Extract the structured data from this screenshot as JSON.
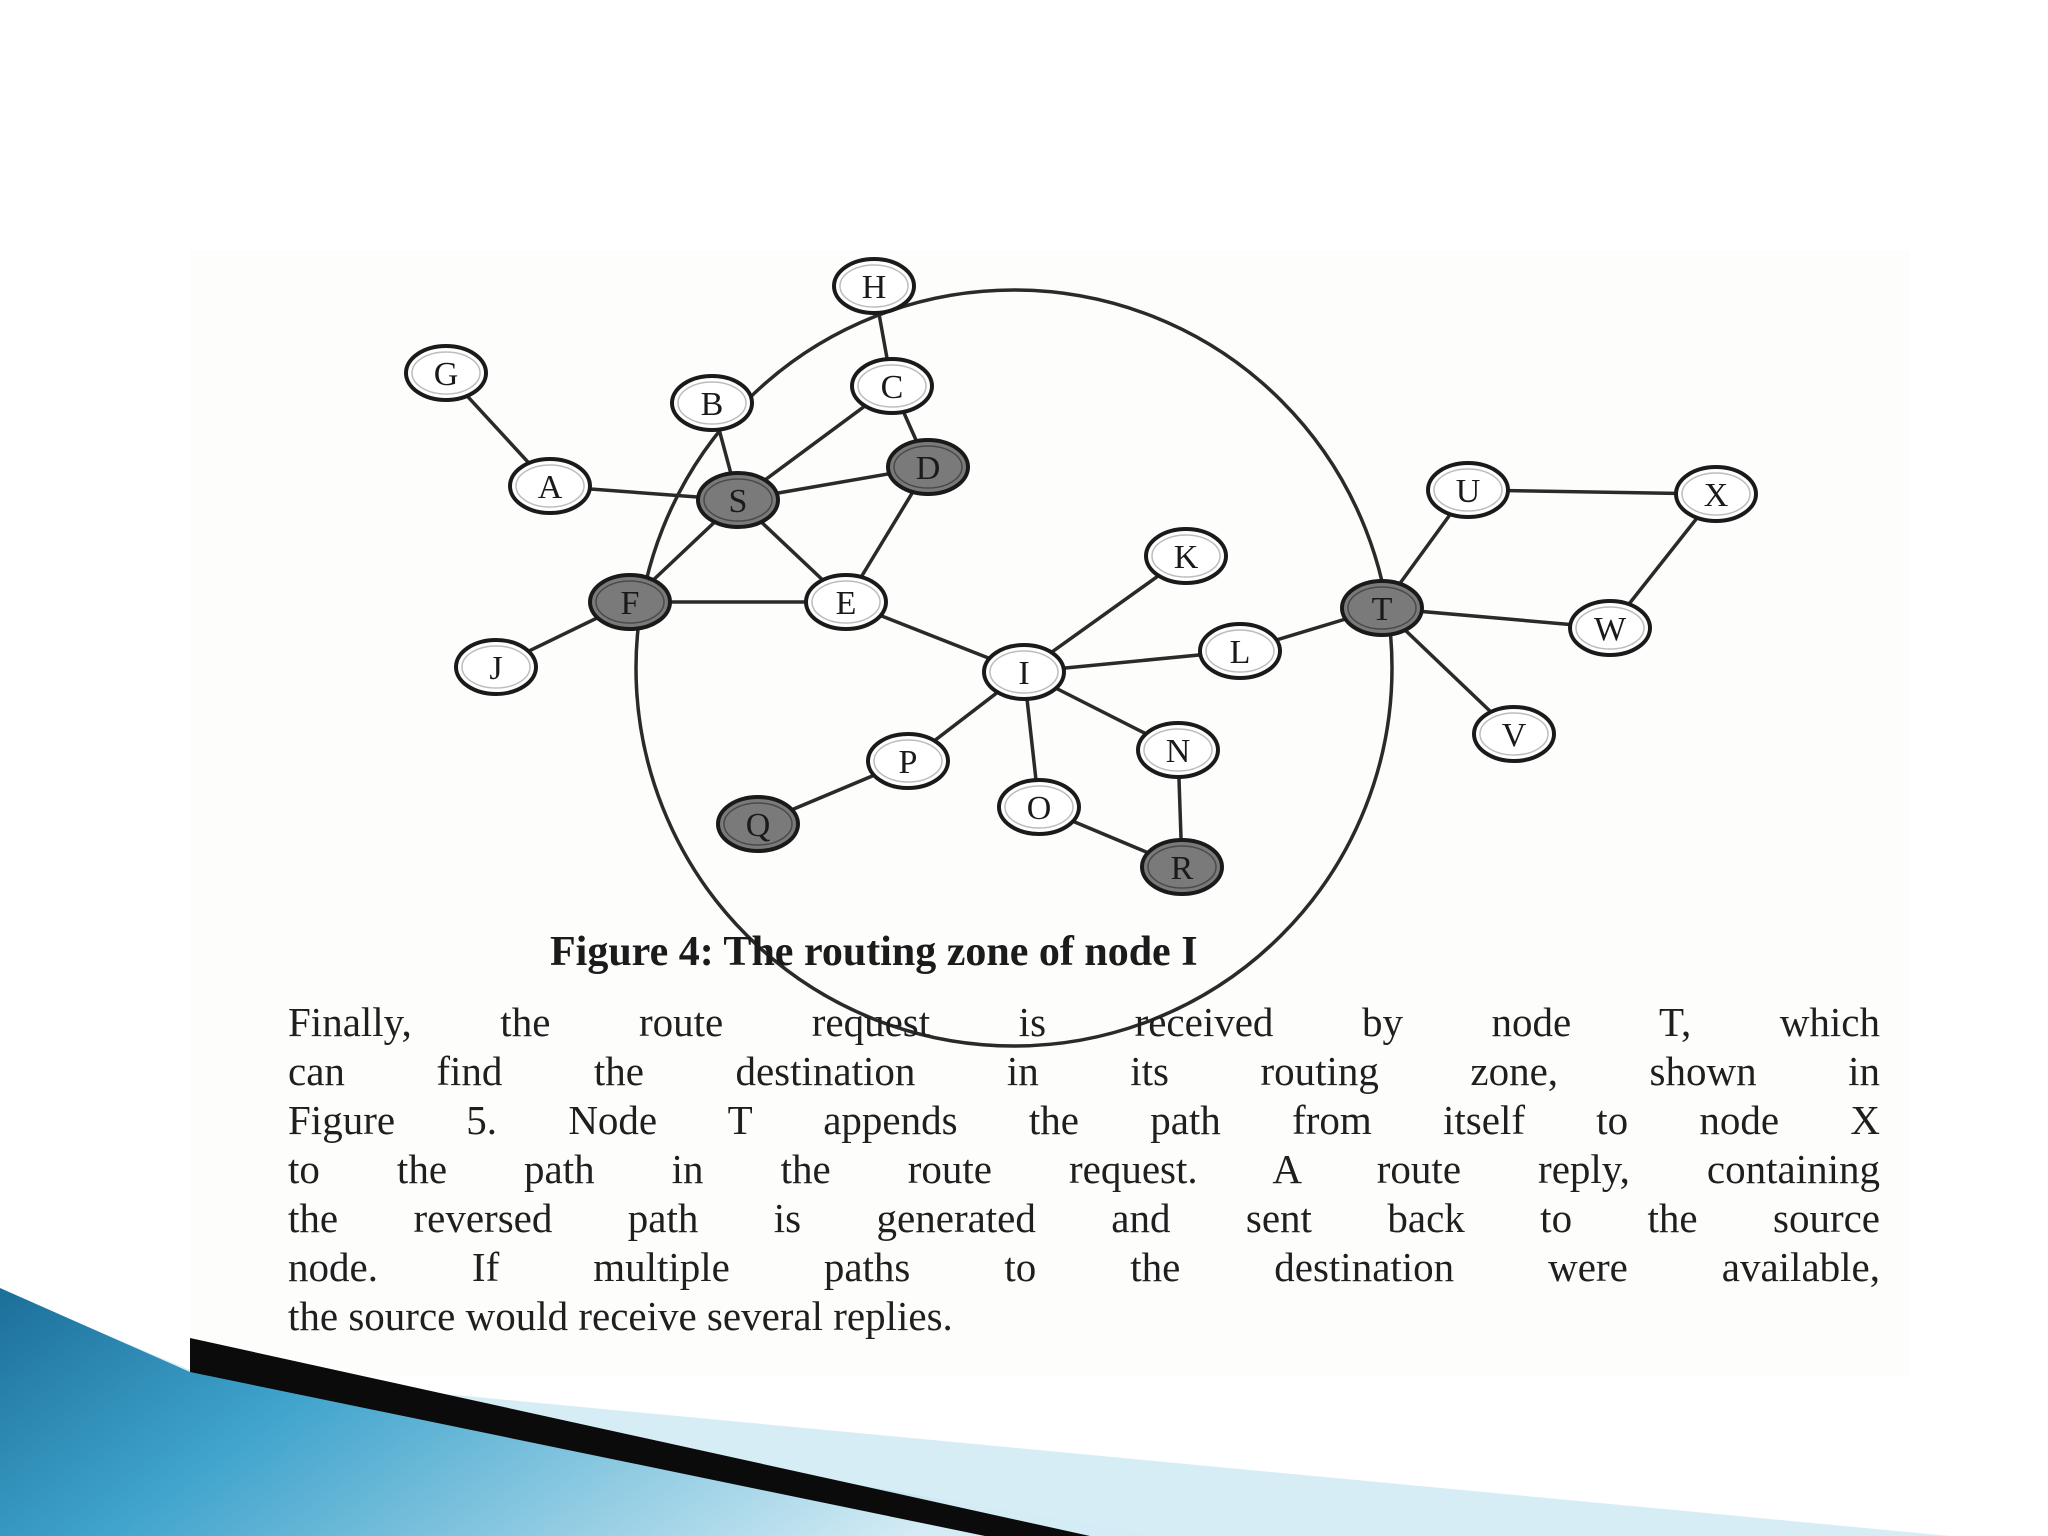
{
  "colors": {
    "accent_dark": "#0b0b0b",
    "accent_blue": "#3e9ec8",
    "accent_light": "#d7edf5",
    "zone_node_fill": "#7a7a7a",
    "plain_node_fill": "#ffffff"
  },
  "diagram": {
    "nodes": [
      {
        "id": "G",
        "label": "G",
        "in_zone": false
      },
      {
        "id": "H",
        "label": "H",
        "in_zone": false
      },
      {
        "id": "B",
        "label": "B",
        "in_zone": false
      },
      {
        "id": "C",
        "label": "C",
        "in_zone": false
      },
      {
        "id": "A",
        "label": "A",
        "in_zone": false
      },
      {
        "id": "S",
        "label": "S",
        "in_zone": true
      },
      {
        "id": "D",
        "label": "D",
        "in_zone": true
      },
      {
        "id": "U",
        "label": "U",
        "in_zone": false
      },
      {
        "id": "X",
        "label": "X",
        "in_zone": false
      },
      {
        "id": "K",
        "label": "K",
        "in_zone": false
      },
      {
        "id": "F",
        "label": "F",
        "in_zone": true
      },
      {
        "id": "E",
        "label": "E",
        "in_zone": false
      },
      {
        "id": "T",
        "label": "T",
        "in_zone": true
      },
      {
        "id": "W",
        "label": "W",
        "in_zone": false
      },
      {
        "id": "J",
        "label": "J",
        "in_zone": false
      },
      {
        "id": "L",
        "label": "L",
        "in_zone": false
      },
      {
        "id": "I",
        "label": "I",
        "in_zone": false
      },
      {
        "id": "V",
        "label": "V",
        "in_zone": false
      },
      {
        "id": "P",
        "label": "P",
        "in_zone": false
      },
      {
        "id": "N",
        "label": "N",
        "in_zone": false
      },
      {
        "id": "Q",
        "label": "Q",
        "in_zone": true
      },
      {
        "id": "O",
        "label": "O",
        "in_zone": false
      },
      {
        "id": "R",
        "label": "R",
        "in_zone": true
      }
    ],
    "edges": [
      [
        "H",
        "C"
      ],
      [
        "C",
        "D"
      ],
      [
        "C",
        "S"
      ],
      [
        "G",
        "A"
      ],
      [
        "A",
        "S"
      ],
      [
        "B",
        "S"
      ],
      [
        "S",
        "D"
      ],
      [
        "S",
        "E"
      ],
      [
        "S",
        "F"
      ],
      [
        "D",
        "E"
      ],
      [
        "F",
        "E"
      ],
      [
        "F",
        "J"
      ],
      [
        "E",
        "I"
      ],
      [
        "I",
        "K"
      ],
      [
        "I",
        "L"
      ],
      [
        "L",
        "T"
      ],
      [
        "I",
        "P"
      ],
      [
        "P",
        "Q"
      ],
      [
        "I",
        "O"
      ],
      [
        "O",
        "R"
      ],
      [
        "I",
        "N"
      ],
      [
        "N",
        "R"
      ],
      [
        "T",
        "U"
      ],
      [
        "U",
        "X"
      ],
      [
        "X",
        "W"
      ],
      [
        "T",
        "W"
      ],
      [
        "T",
        "V"
      ]
    ]
  },
  "caption": "Figure 4: The routing zone of node I",
  "paragraph_lines": [
    "Finally, the route request is received by node T, which",
    "can find the destination in its routing zone, shown in",
    "Figure 5. Node T appends the path from itself to node X",
    "to the path in the route request. A route reply, containing",
    "the reversed path is generated and sent back to the source",
    "node. If multiple paths to the destination were available,",
    "the source would receive several replies."
  ]
}
